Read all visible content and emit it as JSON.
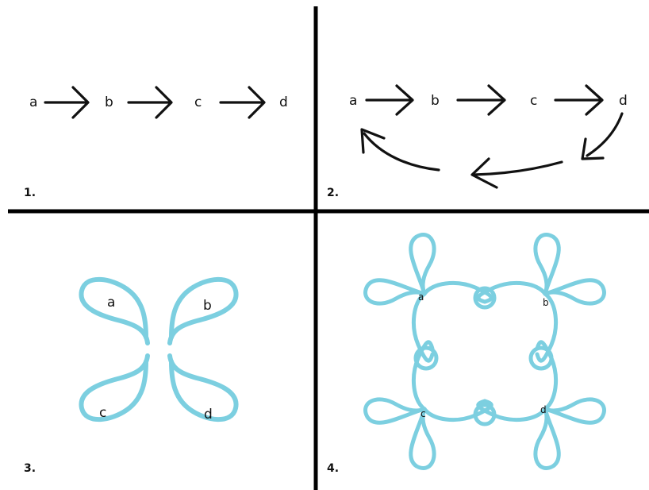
{
  "colors": {
    "loop": "#7ccfe0",
    "ink": "#111111"
  },
  "panel1": {
    "number": "1.",
    "nodes": [
      "a",
      "b",
      "c",
      "d"
    ]
  },
  "panel2": {
    "number": "2.",
    "nodes": [
      "a",
      "b",
      "c",
      "d"
    ]
  },
  "panel3": {
    "number": "3.",
    "loops": [
      "a",
      "b",
      "c",
      "d"
    ]
  },
  "panel4": {
    "number": "4.",
    "centers": [
      "a",
      "b",
      "c",
      "d"
    ]
  }
}
